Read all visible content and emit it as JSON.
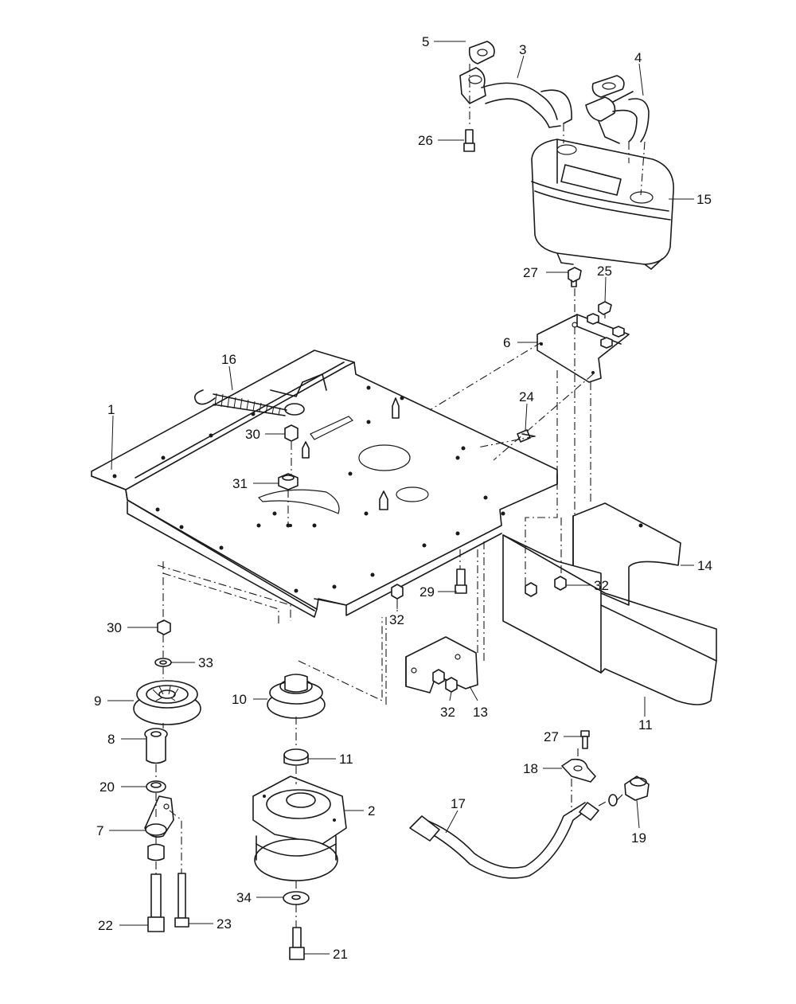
{
  "callouts": {
    "c1": "1",
    "c2": "2",
    "c3": "3",
    "c4": "4",
    "c5": "5",
    "c6": "6",
    "c7": "7",
    "c8": "8",
    "c9": "9",
    "c10": "10",
    "c11a": "11",
    "c11b": "11",
    "c13": "13",
    "c14": "14",
    "c15": "15",
    "c16": "16",
    "c17": "17",
    "c18": "18",
    "c19": "19",
    "c20": "20",
    "c21": "21",
    "c22": "22",
    "c23": "23",
    "c24": "24",
    "c25": "25",
    "c26": "26",
    "c27a": "27",
    "c27b": "27",
    "c29": "29",
    "c30a": "30",
    "c30b": "30",
    "c31": "31",
    "c32a": "32",
    "c32b": "32",
    "c32c": "32",
    "c33": "33",
    "c34": "34"
  }
}
